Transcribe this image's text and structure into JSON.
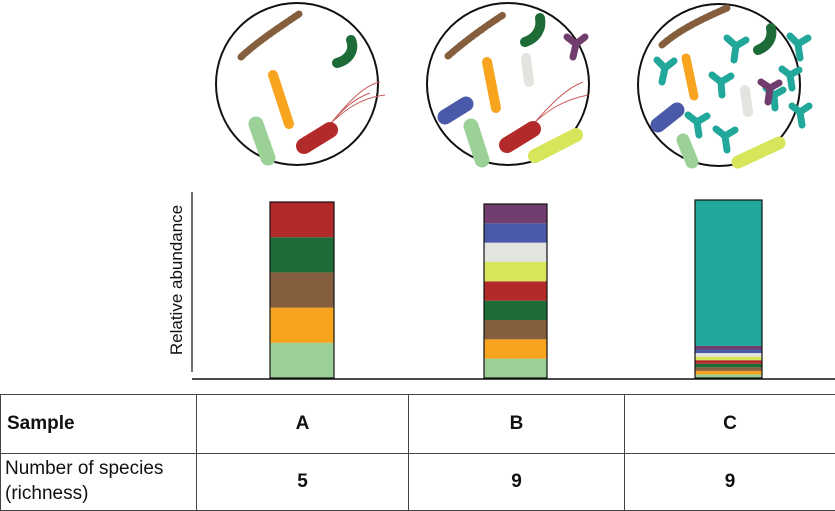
{
  "diagram": {
    "y_axis_label": "Relative abundance",
    "colors": {
      "red": "#b22a2a",
      "dark_green": "#1d6b36",
      "brown": "#855f3d",
      "orange": "#f8a41e",
      "light_green": "#9bd196",
      "blue": "#4a59a8",
      "purple": "#713d6e",
      "light_gray": "#e3e3e0",
      "yellow_green": "#d6e55a",
      "teal": "#22a89b"
    }
  },
  "chart_data": {
    "type": "bar",
    "categories": [
      "A",
      "B",
      "C"
    ],
    "ylabel": "Relative abundance",
    "stacked": true,
    "series": [
      {
        "color": "#9bd196",
        "values": [
          0.2,
          0.111,
          0.02
        ]
      },
      {
        "color": "#f8a41e",
        "values": [
          0.2,
          0.111,
          0.02
        ]
      },
      {
        "color": "#855f3d",
        "values": [
          0.2,
          0.111,
          0.02
        ]
      },
      {
        "color": "#1d6b36",
        "values": [
          0.2,
          0.111,
          0.02
        ]
      },
      {
        "color": "#b22a2a",
        "values": [
          0.2,
          0.111,
          0.02
        ]
      },
      {
        "color": "#d6e55a",
        "values": [
          0.0,
          0.111,
          0.02
        ]
      },
      {
        "color": "#e3e3e0",
        "values": [
          0.0,
          0.111,
          0.02
        ]
      },
      {
        "color": "#4a59a8",
        "values": [
          0.0,
          0.111,
          0.02
        ]
      },
      {
        "color": "#713d6e",
        "values": [
          0.0,
          0.111,
          0.02
        ]
      },
      {
        "color": "#22a89b",
        "values": [
          0.0,
          0.0,
          0.82
        ]
      }
    ]
  },
  "table": {
    "row1_label": "Sample",
    "row2_label": "Number of species",
    "row2_label_line2": "(richness)",
    "samples": [
      {
        "name": "A",
        "richness": "5"
      },
      {
        "name": "B",
        "richness": "9"
      },
      {
        "name": "C",
        "richness": "9"
      }
    ]
  }
}
